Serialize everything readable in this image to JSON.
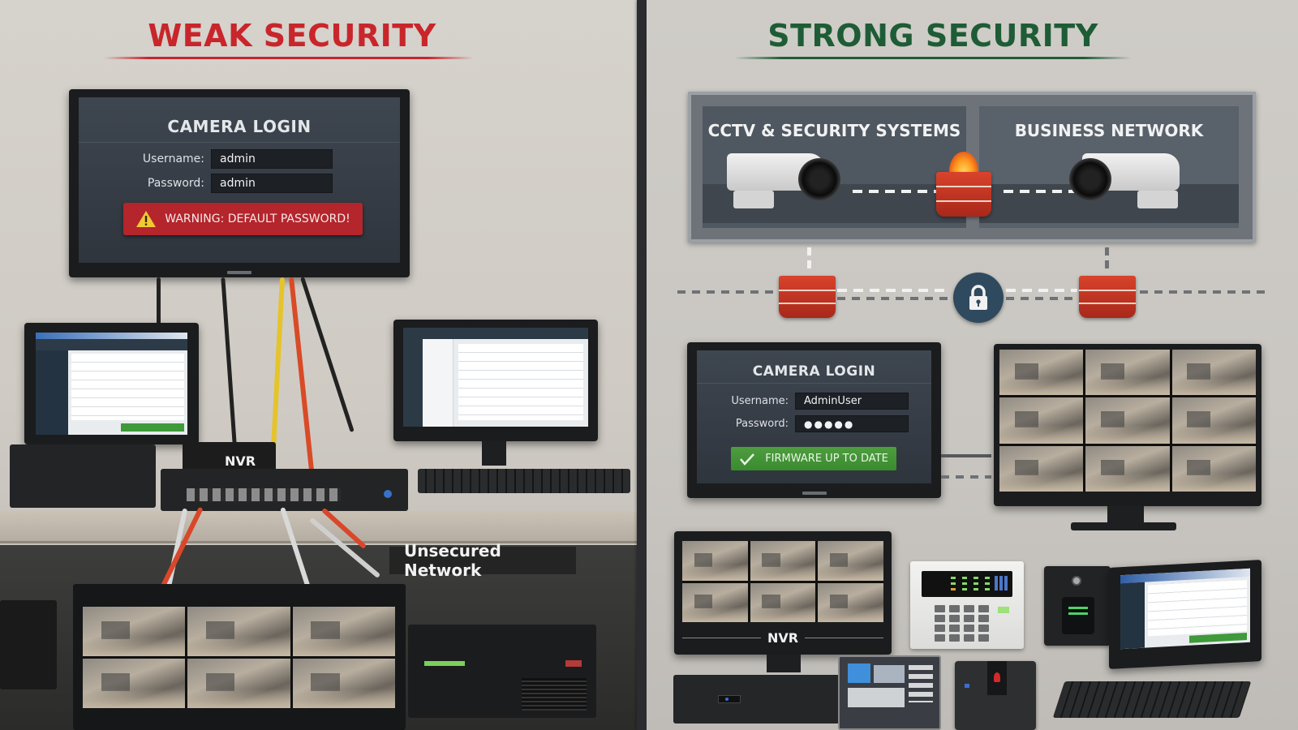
{
  "left_panel": {
    "heading": "WEAK SECURITY",
    "heading_color": "#c8262b",
    "login_screen": {
      "title": "CAMERA LOGIN",
      "username_label": "Username:",
      "username_value": "admin",
      "password_label": "Password:",
      "password_value": "admin",
      "warning_icon": "warning-triangle-icon",
      "warning_text": "WARNING: DEFAULT PASSWORD!",
      "warning_color": "#b4252c"
    },
    "nvr_label": "NVR",
    "network_label": "Unsecured Network",
    "feed_monitor": {
      "cols": 3,
      "rows": 2
    }
  },
  "right_panel": {
    "heading": "STRONG SECURITY",
    "heading_color": "#1e5c36",
    "network_diagram": {
      "zone_left": "CCTV & SECURITY SYSTEMS",
      "zone_right": "BUSINESS NETWORK",
      "center_icon": "firewall-icon",
      "segmentation_icons": [
        "firewall-icon",
        "lock-icon",
        "firewall-icon"
      ]
    },
    "login_screen": {
      "title": "CAMERA LOGIN",
      "username_label": "Username:",
      "username_value": "AdminUser",
      "password_label": "Password:",
      "password_value": "●●●●●",
      "status_icon": "checkmark-icon",
      "status_text": "FIRMWARE UP TO DATE",
      "status_color": "#3f8f33"
    },
    "feed_monitor": {
      "cols": 3,
      "rows": 3
    },
    "nvr_label": "NVR",
    "nvr_feed": {
      "cols": 3,
      "rows": 2
    }
  }
}
